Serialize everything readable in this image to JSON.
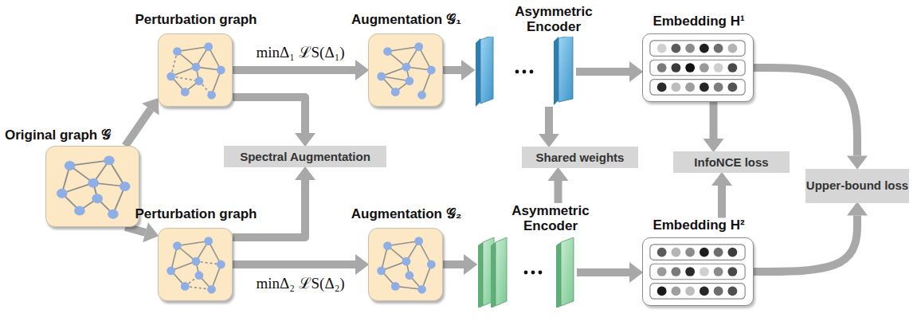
{
  "diagram": {
    "nodes": [
      {
        "text": [
          "Original graph 𝒢"
        ]
      },
      {
        "text": [
          "Perturbation graph"
        ]
      },
      {
        "text": [
          "Perturbation graph"
        ]
      },
      {
        "text": [
          "Spectral Augmentation"
        ]
      },
      {
        "text": [
          "Augmentation 𝒢₁"
        ]
      },
      {
        "text": [
          "Augmentation 𝒢₂"
        ]
      },
      {
        "text": [
          "Asymmetric Encoder"
        ]
      },
      {
        "text": [
          "Asymmetric Encoder"
        ]
      },
      {
        "text": [
          "Shared weights"
        ]
      },
      {
        "text": [
          "Embedding H¹"
        ]
      },
      {
        "text": [
          "Embedding H²"
        ]
      },
      {
        "text": [
          "InfoNCE loss"
        ]
      },
      {
        "text": [
          "Upper-bound loss"
        ]
      }
    ],
    "edges": [
      {
        "from": 0,
        "to": 1,
        "arrow": "to"
      },
      {
        "from": 0,
        "to": 2,
        "arrow": "to"
      },
      {
        "from": 1,
        "to": 4,
        "label": "minΔ₁ ℒS(Δ₁)",
        "arrow": "to"
      },
      {
        "from": 2,
        "to": 5,
        "label": "minΔ₂ ℒS(Δ₂)",
        "arrow": "to"
      },
      {
        "from": 1,
        "to": 3,
        "arrow": "to"
      },
      {
        "from": 2,
        "to": 3,
        "arrow": "to"
      },
      {
        "from": 4,
        "to": 6,
        "arrow": "to"
      },
      {
        "from": 5,
        "to": 7,
        "arrow": "to"
      },
      {
        "from": 6,
        "to": 8,
        "arrow": "to"
      },
      {
        "from": 7,
        "to": 8,
        "arrow": "to"
      },
      {
        "from": 6,
        "to": 9,
        "arrow": "to"
      },
      {
        "from": 7,
        "to": 10,
        "arrow": "to"
      },
      {
        "from": 9,
        "to": 11,
        "arrow": "to"
      },
      {
        "from": 10,
        "to": 11,
        "arrow": "to"
      },
      {
        "from": 9,
        "to": 12,
        "arrow": "to"
      },
      {
        "from": 10,
        "to": 12,
        "arrow": "to"
      }
    ]
  }
}
